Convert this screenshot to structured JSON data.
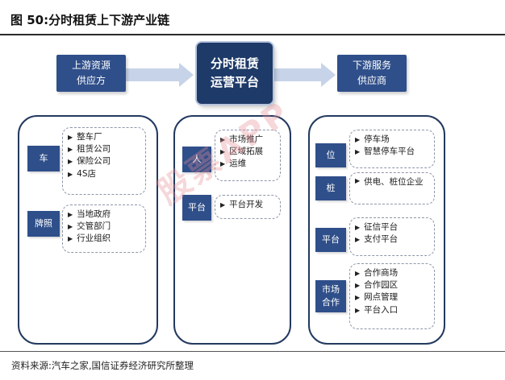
{
  "figure": {
    "title": "图 50:分时租赁上下游产业链",
    "source": "资料来源:汽车之家,国信证券经济研究所整理"
  },
  "headers": {
    "upstream": [
      "上游资源",
      "供应方"
    ],
    "platform": [
      "分时租赁",
      "运营平台"
    ],
    "downstream": [
      "下游服务",
      "供应商"
    ]
  },
  "upstream": {
    "groups": [
      {
        "tag": [
          "车"
        ],
        "items": [
          "整车厂",
          "租赁公司",
          "保险公司",
          "4S店"
        ]
      },
      {
        "tag": [
          "牌照"
        ],
        "items": [
          "当地政府",
          "交管部门",
          "行业组织"
        ]
      }
    ]
  },
  "platform": {
    "groups": [
      {
        "tag": [
          "人"
        ],
        "items": [
          "市场推广",
          "区域拓展",
          "运维"
        ]
      },
      {
        "tag": [
          "平台"
        ],
        "items": [
          "平台开发"
        ]
      }
    ]
  },
  "downstream": {
    "groups": [
      {
        "tag": [
          "位"
        ],
        "items": [
          "停车场",
          "智慧停车平台"
        ]
      },
      {
        "tag": [
          "桩"
        ],
        "items": [
          "供电、桩位企业"
        ]
      },
      {
        "tag": [
          "平台"
        ],
        "items": [
          "征信平台",
          "支付平台"
        ]
      },
      {
        "tag": [
          "市场",
          "合作"
        ],
        "items": [
          "合作商场",
          "合作园区",
          "网点管理",
          "平台入口"
        ]
      }
    ]
  },
  "watermark": "股票APP",
  "colors": {
    "box": "#2f4f8a",
    "box_dark": "#1e3a68",
    "arrow": "#c7d3e8"
  },
  "icons": {
    "marker": "right-triangle-icon"
  }
}
